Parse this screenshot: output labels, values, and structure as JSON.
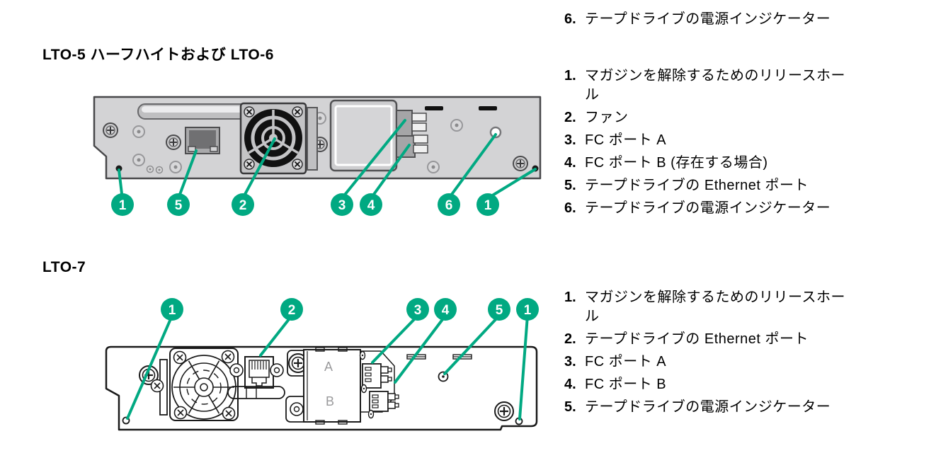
{
  "intro_item": {
    "num": "6.",
    "text": "テープドライブの電源インジケーター"
  },
  "sections": [
    {
      "heading": "LTO-5 ハーフハイトおよび LTO-6",
      "callouts": [
        "1",
        "5",
        "2",
        "3",
        "4",
        "6",
        "1"
      ],
      "items": [
        {
          "num": "1.",
          "text": "マガジンを解除するためのリリースホー\nル"
        },
        {
          "num": "2.",
          "text": "ファン"
        },
        {
          "num": "3.",
          "text": "FC ポート A"
        },
        {
          "num": "4.",
          "text": "FC ポート B (存在する場合)"
        },
        {
          "num": "5.",
          "text": "テープドライブの Ethernet ポート"
        },
        {
          "num": "6.",
          "text": "テープドライブの電源インジケーター"
        }
      ]
    },
    {
      "heading": "LTO-7",
      "callouts": [
        "1",
        "2",
        "3",
        "4",
        "5",
        "1"
      ],
      "port_labels": {
        "a": "A",
        "b": "B"
      },
      "items": [
        {
          "num": "1.",
          "text": "マガジンを解除するためのリリースホー\nル"
        },
        {
          "num": "2.",
          "text": "テープドライブの Ethernet ポート"
        },
        {
          "num": "3.",
          "text": "FC ポート A"
        },
        {
          "num": "4.",
          "text": "FC ポート B"
        },
        {
          "num": "5.",
          "text": "テープドライブの電源インジケーター"
        }
      ]
    }
  ],
  "colors": {
    "accent_green": "#01A982",
    "panel_gray": "#d3d3d5",
    "line_dark": "#1a1a1a"
  }
}
